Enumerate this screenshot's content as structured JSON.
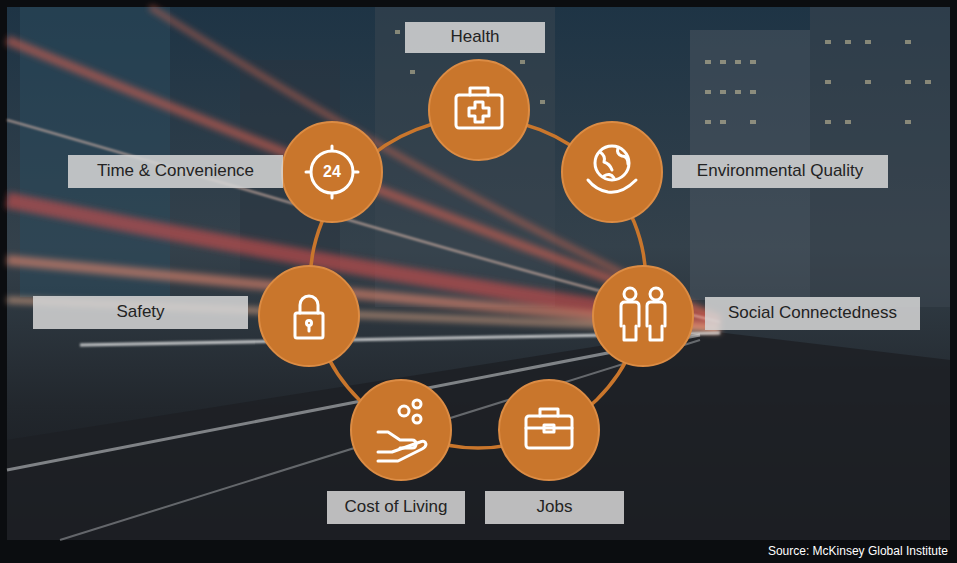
{
  "diagram": {
    "nodes": [
      {
        "text": [
          "Health"
        ]
      },
      {
        "text": [
          "Time & Convenience"
        ]
      },
      {
        "text": [
          "Environmental Quality"
        ]
      },
      {
        "text": [
          "Safety"
        ]
      },
      {
        "text": [
          "Social Connectedness"
        ]
      },
      {
        "text": [
          "Cost of Living"
        ]
      },
      {
        "text": [
          "Jobs"
        ]
      }
    ],
    "labels": [
      "24",
      "Source: McKinsey Global Institute"
    ]
  }
}
